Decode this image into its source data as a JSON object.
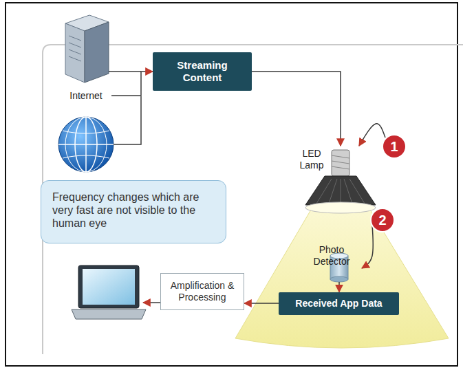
{
  "diagram": {
    "nodes": [
      {
        "text": [
          "Internet"
        ]
      },
      {
        "text": [
          "Streaming Content"
        ]
      },
      {
        "text": [
          "LED Lamp"
        ]
      },
      {
        "text": [
          "1"
        ]
      },
      {
        "text": [
          "Frequency changes which are very fast are not visible to the human eye"
        ]
      },
      {
        "text": [
          "Photo Detector"
        ]
      },
      {
        "text": [
          "2"
        ]
      },
      {
        "text": [
          "Received App Data"
        ]
      },
      {
        "text": [
          "Amplification & Processing"
        ]
      }
    ],
    "edges": [
      {
        "from": 0,
        "to": 1,
        "arrow": "to"
      },
      {
        "from": 1,
        "to": 2,
        "arrow": "to"
      },
      {
        "from": 3,
        "to": 2,
        "arrow": "to"
      },
      {
        "from": 6,
        "to": 5,
        "arrow": "to"
      },
      {
        "from": 5,
        "to": 7,
        "arrow": "to"
      },
      {
        "from": 7,
        "to": 8,
        "arrow": "to"
      }
    ]
  }
}
